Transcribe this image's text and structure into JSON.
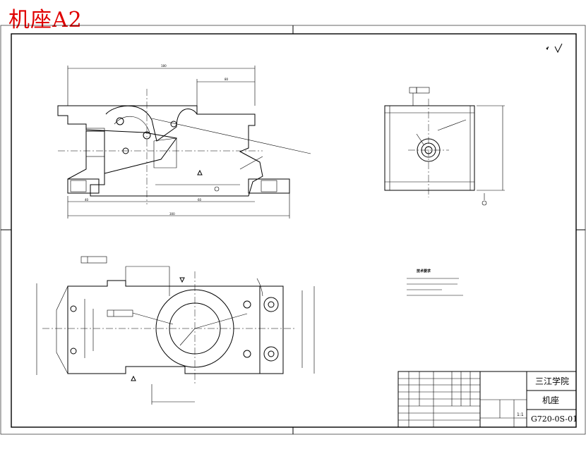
{
  "stamp": {
    "text": "机座A2",
    "color": "#e00000"
  },
  "title_block": {
    "school": "三江学院",
    "part_name": "机座",
    "drawing_number": "G720-0S-01",
    "scale": "1:1"
  }
}
